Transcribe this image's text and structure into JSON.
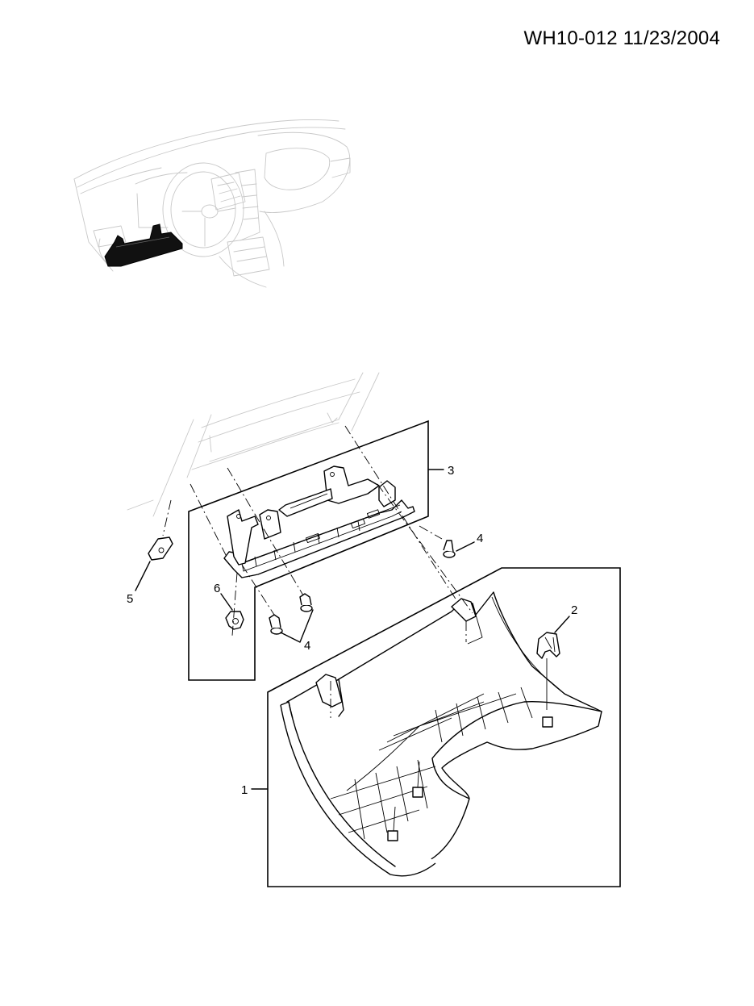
{
  "header": {
    "code": "WH10-012 11/23/2004"
  },
  "callouts": {
    "c1": "1",
    "c2": "2",
    "c3": "3",
    "c4a": "4",
    "c4b": "4",
    "c5": "5",
    "c6": "6"
  }
}
